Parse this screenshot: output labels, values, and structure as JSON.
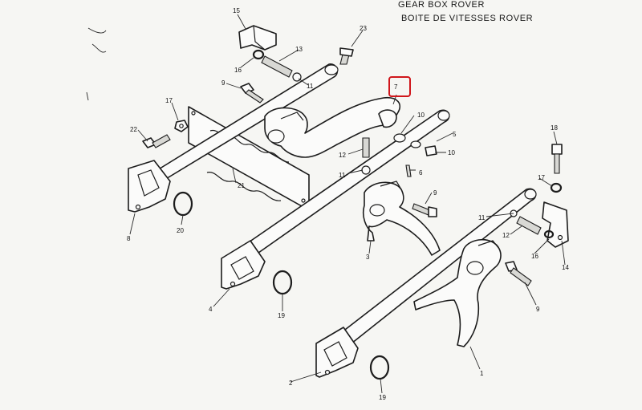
{
  "header": {
    "line1": "GEAR BOX ROVER",
    "line2": "BOITE DE VITESSES ROVER"
  },
  "highlight": {
    "label": "7",
    "color": "#d0161b"
  },
  "callouts": {
    "c15": "15",
    "c16a": "16",
    "c13": "13",
    "c23": "23",
    "c9a": "9",
    "c11a": "11",
    "c17a": "17",
    "c22": "22",
    "c7": "7",
    "c10a": "10",
    "c5": "5",
    "c10b": "10",
    "c12a": "12",
    "c11b": "11",
    "c6": "6",
    "c21": "21",
    "c20": "20",
    "c8": "8",
    "c9b": "9",
    "c18": "18",
    "c17b": "17",
    "c11c": "11",
    "c12b": "12",
    "c16b": "16",
    "c14": "14",
    "c3": "3",
    "c4": "4",
    "c19a": "19",
    "c9c": "9",
    "c2": "2",
    "c1": "1",
    "c19b": "19"
  }
}
